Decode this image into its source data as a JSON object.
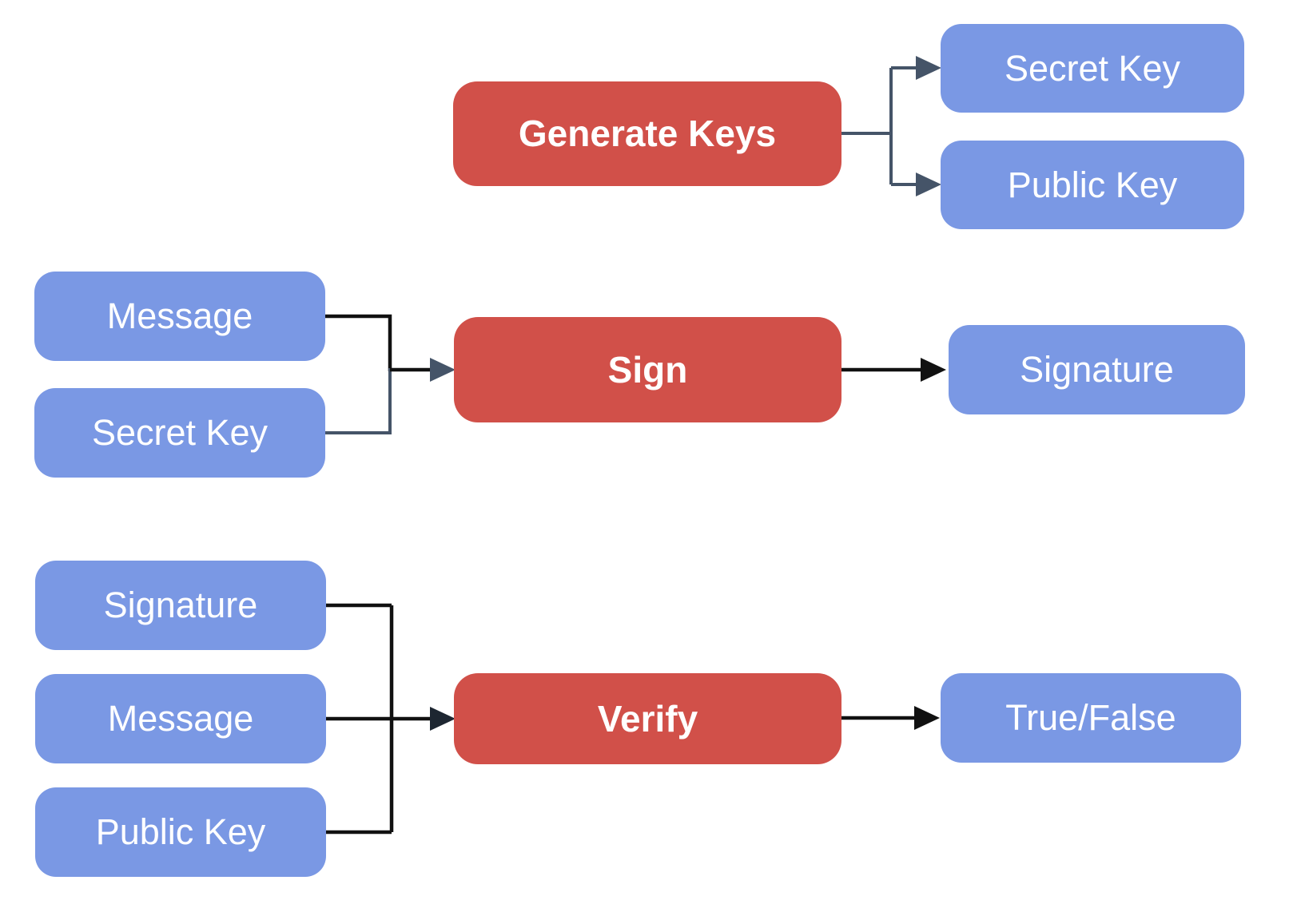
{
  "diagram": {
    "kind": "digital-signature-flowchart",
    "colors": {
      "process_fill": "#d15049",
      "data_fill": "#7a98e4",
      "connector_dark_slate": "#455468",
      "connector_black": "#111111",
      "label_text": "#ffffff",
      "background": "#ffffff"
    },
    "generate": {
      "process": "Generate Keys",
      "outputs": [
        "Secret Key",
        "Public Key"
      ]
    },
    "sign": {
      "inputs": [
        "Message",
        "Secret Key"
      ],
      "process": "Sign",
      "output": "Signature"
    },
    "verify": {
      "inputs": [
        "Signature",
        "Message",
        "Public Key"
      ],
      "process": "Verify",
      "output": "True/False"
    }
  }
}
